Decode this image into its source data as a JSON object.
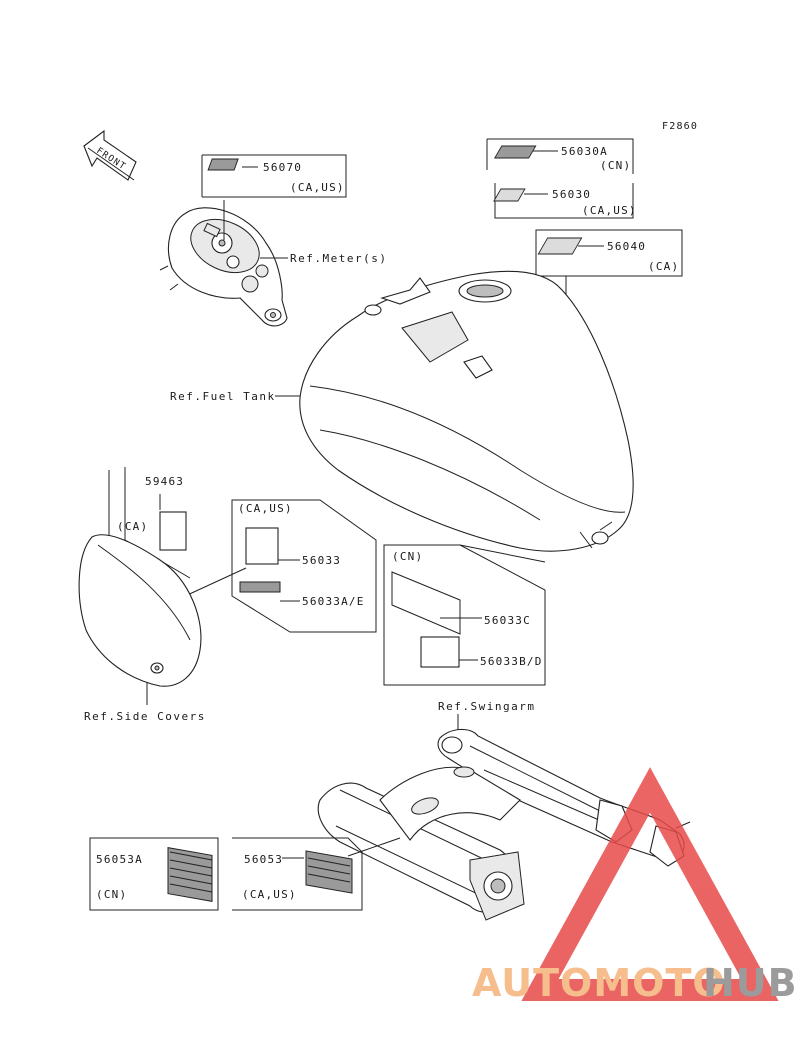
{
  "figure_code": "F2860",
  "front_label": "FRONT",
  "parts": {
    "p56070": {
      "number": "56070",
      "region": "(CA,US)"
    },
    "p56030A": {
      "number": "56030A",
      "region": "(CN)"
    },
    "p56030": {
      "number": "56030",
      "region": "(CA,US)"
    },
    "p56040": {
      "number": "56040",
      "region": "(CA)"
    },
    "p59463": {
      "number": "59463",
      "region": "(CA)"
    },
    "p56033": {
      "number": "56033",
      "region": "(CA,US)"
    },
    "p56033AE": {
      "number": "56033A/E"
    },
    "p56033C": {
      "number": "56033C",
      "region": "(CN)"
    },
    "p56033BD": {
      "number": "56033B/D"
    },
    "p56053A": {
      "number": "56053A",
      "region": "(CN)"
    },
    "p56053": {
      "number": "56053",
      "region": "(CA,US)"
    }
  },
  "references": {
    "meter": "Ref.Meter(s)",
    "fuel_tank": "Ref.Fuel Tank",
    "side_covers": "Ref.Side Covers",
    "swingarm": "Ref.Swingarm"
  },
  "watermark": {
    "part1": "AUTOMOTO",
    "part2": "HUB",
    "color1": "#f5b27a",
    "color2": "#8a8a8a",
    "triangle_color": "#e84a4a"
  }
}
